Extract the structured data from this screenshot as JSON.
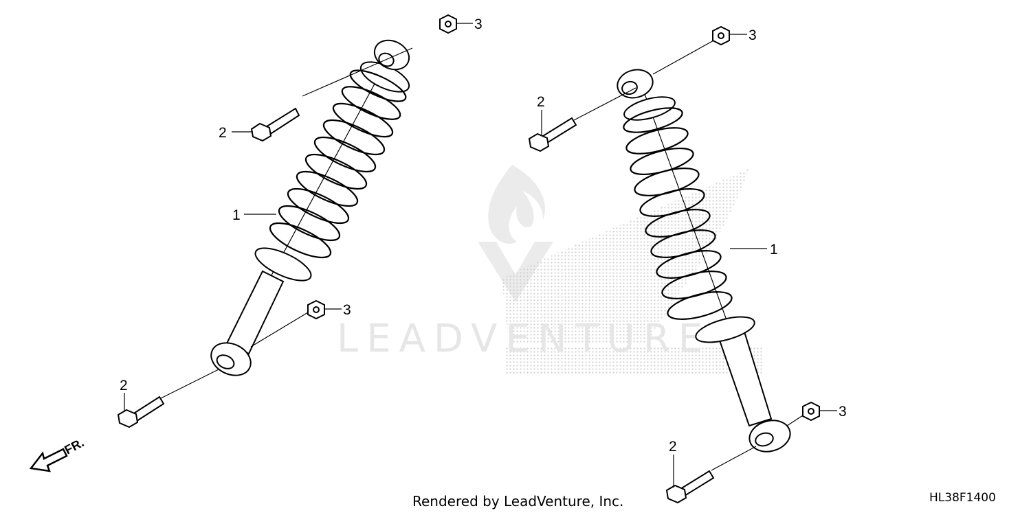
{
  "watermark": {
    "text": "LEADVENTURE"
  },
  "callouts": {
    "left_damper": "1",
    "left_top_bolt": "2",
    "left_top_nut": "3",
    "left_bottom_nut": "3",
    "left_bottom_bolt": "2",
    "right_damper": "1",
    "right_top_bolt": "2",
    "right_top_nut": "3",
    "right_bottom_nut": "3",
    "right_bottom_bolt": "2"
  },
  "direction_label": "FR.",
  "footer": {
    "credit": "Rendered by LeadVenture, Inc.",
    "diagram_code": "HL38F1400"
  }
}
